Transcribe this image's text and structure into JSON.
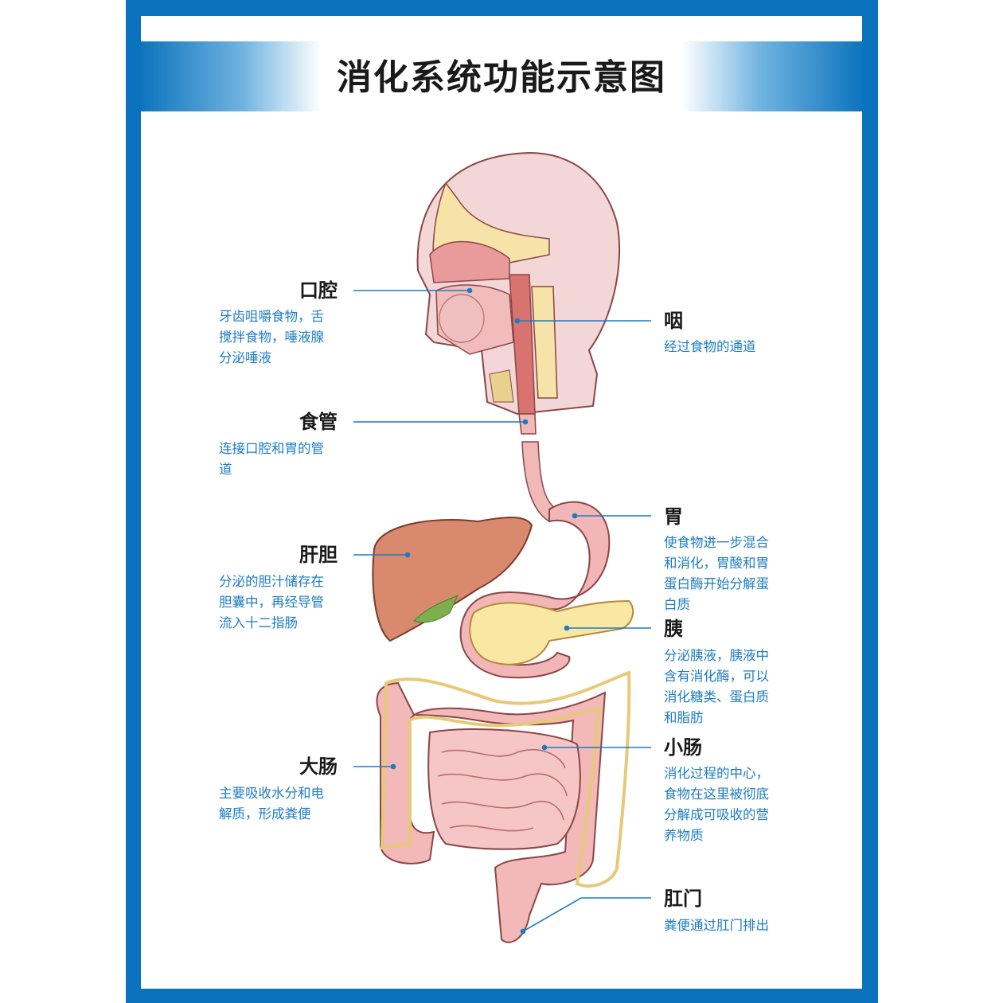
{
  "title": "消化系统功能示意图",
  "colors": {
    "frame": "#0b73bd",
    "leader": "#1c7cc4",
    "desc_text": "#1c7cc4",
    "heading": "#1a1a1a"
  },
  "labels": {
    "mouth": {
      "name": "口腔",
      "desc": [
        "牙齿咀嚼食物，舌",
        "搅拌食物，唾液腺",
        "分泌唾液"
      ]
    },
    "pharynx": {
      "name": "咽",
      "desc": [
        "经过食物的通道"
      ]
    },
    "esophagus": {
      "name": "食管",
      "desc": [
        "连接口腔和胃的管",
        "道"
      ]
    },
    "stomach": {
      "name": "胃",
      "desc": [
        "使食物进一步混合",
        "和消化，胃酸和胃",
        "蛋白酶开始分解蛋",
        "白质"
      ]
    },
    "liver": {
      "name": "肝胆",
      "desc": [
        "分泌的胆汁储存在",
        "胆囊中，再经导管",
        "流入十二指肠"
      ]
    },
    "pancreas": {
      "name": "胰",
      "desc": [
        "分泌胰液，胰液中",
        "含有消化酶，可以",
        "消化糖类、蛋白质",
        "和脂肪"
      ]
    },
    "large_intestine": {
      "name": "大肠",
      "desc": [
        "主要吸收水分和电",
        "解质，形成粪便"
      ]
    },
    "small_intestine": {
      "name": "小肠",
      "desc": [
        "消化过程的中心，",
        "食物在这里被彻底",
        "分解成可吸收的营",
        "养物质"
      ]
    },
    "anus": {
      "name": "肛门",
      "desc": [
        "粪便通过肛门排出"
      ]
    }
  }
}
